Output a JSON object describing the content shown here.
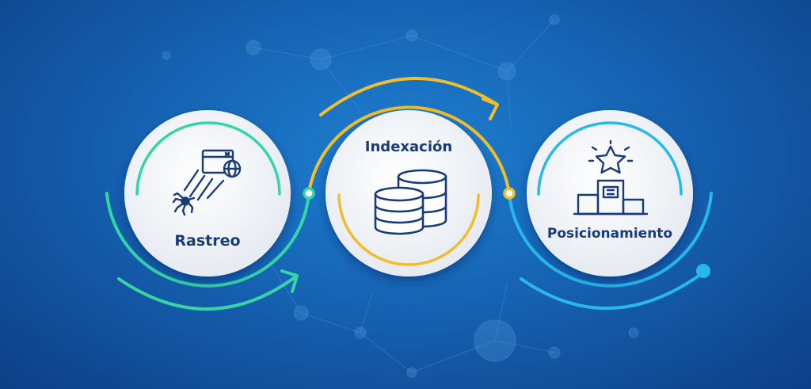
{
  "steps": [
    {
      "label": "Rastreo",
      "icon": "spider-crawler-icon",
      "accent": "#35d5a8"
    },
    {
      "label": "Indexación",
      "icon": "database-stack-icon",
      "accent": "#f0bd2b"
    },
    {
      "label": "Posicionamiento",
      "icon": "podium-star-icon",
      "accent": "#27b9ea"
    }
  ],
  "colors": {
    "background": "#1663b3",
    "label": "#173c79",
    "green": "#35d5a8",
    "yellow": "#f0bd2b",
    "blue": "#27b9ea"
  }
}
